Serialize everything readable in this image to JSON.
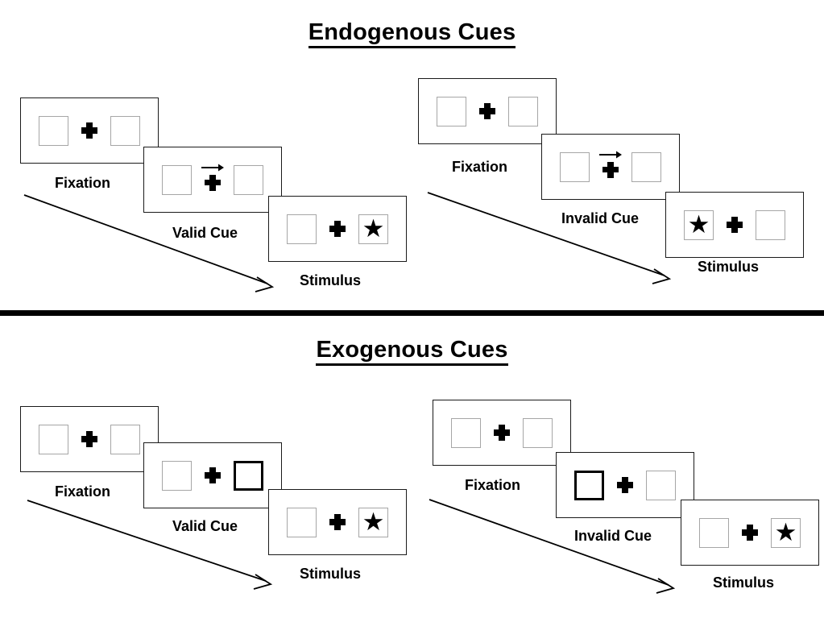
{
  "figure": {
    "title_top": "Endogenous Cues",
    "title_bottom": "Exogenous Cues"
  },
  "sections": [
    {
      "name": "endogenous",
      "title": "Endogenous Cues",
      "conditions": [
        {
          "name": "endogenous-valid",
          "frames": [
            {
              "stage": "Fixation",
              "caption": "Fixation",
              "left_box": "empty",
              "right_box": "empty",
              "cue": "none",
              "target": "none"
            },
            {
              "stage": "Cue",
              "caption": "Valid Cue",
              "left_box": "empty",
              "right_box": "empty",
              "cue": "arrow-right",
              "target": "none"
            },
            {
              "stage": "Stimulus",
              "caption": "Stimulus",
              "left_box": "empty",
              "right_box": "star",
              "cue": "none",
              "target": "right"
            }
          ]
        },
        {
          "name": "endogenous-invalid",
          "frames": [
            {
              "stage": "Fixation",
              "caption": "Fixation",
              "left_box": "empty",
              "right_box": "empty",
              "cue": "none",
              "target": "none"
            },
            {
              "stage": "Cue",
              "caption": "Invalid Cue",
              "left_box": "empty",
              "right_box": "empty",
              "cue": "arrow-right",
              "target": "none"
            },
            {
              "stage": "Stimulus",
              "caption": "Stimulus",
              "left_box": "star",
              "right_box": "empty",
              "cue": "none",
              "target": "left"
            }
          ]
        }
      ]
    },
    {
      "name": "exogenous",
      "title": "Exogenous Cues",
      "conditions": [
        {
          "name": "exogenous-valid",
          "frames": [
            {
              "stage": "Fixation",
              "caption": "Fixation",
              "left_box": "empty",
              "right_box": "empty",
              "cue": "none",
              "target": "none"
            },
            {
              "stage": "Cue",
              "caption": "Valid Cue",
              "left_box": "empty",
              "right_box": "highlighted",
              "cue": "box-flash-right",
              "target": "none"
            },
            {
              "stage": "Stimulus",
              "caption": "Stimulus",
              "left_box": "empty",
              "right_box": "star",
              "cue": "none",
              "target": "right"
            }
          ]
        },
        {
          "name": "exogenous-invalid",
          "frames": [
            {
              "stage": "Fixation",
              "caption": "Fixation",
              "left_box": "empty",
              "right_box": "empty",
              "cue": "none",
              "target": "none"
            },
            {
              "stage": "Cue",
              "caption": "Invalid Cue",
              "left_box": "highlighted",
              "right_box": "empty",
              "cue": "box-flash-left",
              "target": "none"
            },
            {
              "stage": "Stimulus",
              "caption": "Stimulus",
              "left_box": "empty",
              "right_box": "star",
              "cue": "none",
              "target": "right"
            }
          ]
        }
      ]
    }
  ],
  "glyphs": {
    "star": "★"
  },
  "colors": {
    "ink": "#000000",
    "panel_border": "#1a1a1a",
    "box_border": "#a6a6a6",
    "cued_box_border": "#000000",
    "background": "#ffffff"
  }
}
